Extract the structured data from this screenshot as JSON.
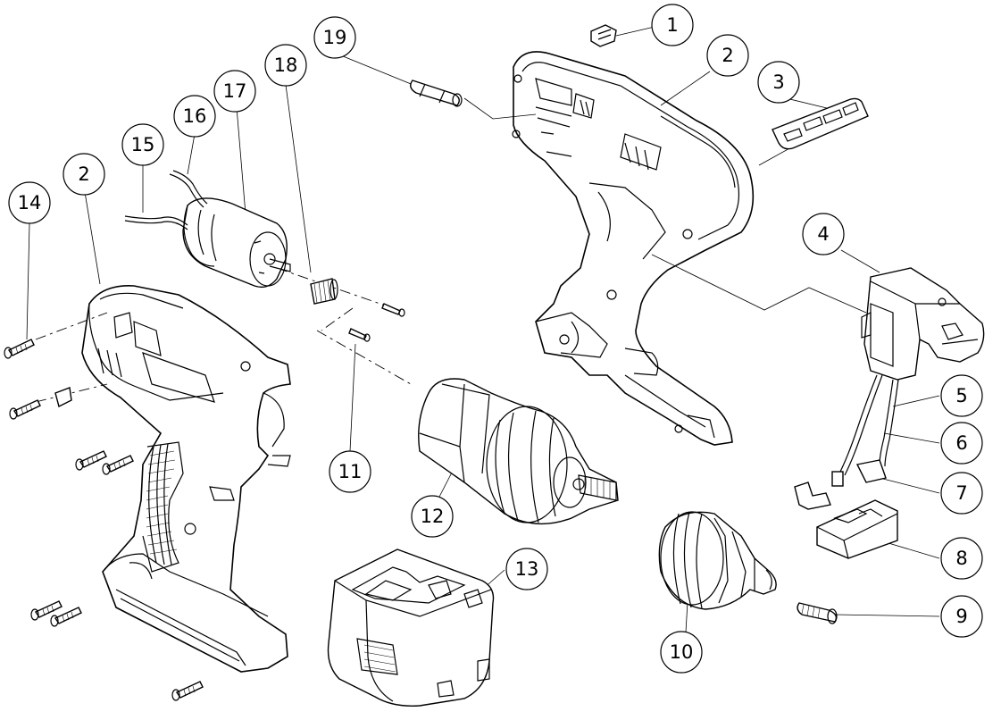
{
  "callouts": [
    {
      "id": "c1",
      "label": "1"
    },
    {
      "id": "c2a",
      "label": "2"
    },
    {
      "id": "c2b",
      "label": "2"
    },
    {
      "id": "c3",
      "label": "3"
    },
    {
      "id": "c4",
      "label": "4"
    },
    {
      "id": "c5",
      "label": "5"
    },
    {
      "id": "c6",
      "label": "6"
    },
    {
      "id": "c7",
      "label": "7"
    },
    {
      "id": "c8",
      "label": "8"
    },
    {
      "id": "c9",
      "label": "9"
    },
    {
      "id": "c10",
      "label": "10"
    },
    {
      "id": "c11",
      "label": "11"
    },
    {
      "id": "c12",
      "label": "12"
    },
    {
      "id": "c13",
      "label": "13"
    },
    {
      "id": "c14",
      "label": "14"
    },
    {
      "id": "c15",
      "label": "15"
    },
    {
      "id": "c16",
      "label": "16"
    },
    {
      "id": "c17",
      "label": "17"
    },
    {
      "id": "c18",
      "label": "18"
    },
    {
      "id": "c19",
      "label": "19"
    }
  ]
}
